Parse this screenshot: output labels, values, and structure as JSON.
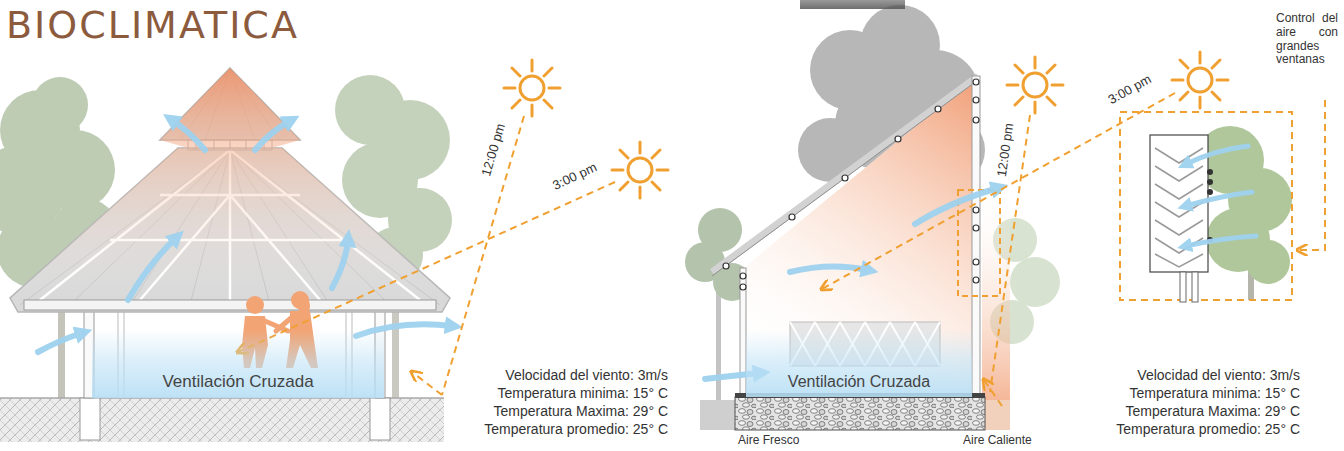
{
  "diagram": {
    "title": "BIOCLIMATICA",
    "nodes": [
      {
        "text": [
          "Ventilación Cruzada"
        ]
      },
      {
        "text": [
          "Ventilación Cruzada"
        ]
      }
    ],
    "labels": [
      "12:00 pm",
      "3:00 pm",
      "Velocidad del viento: 3m/s",
      "Temperatura minima: 15° C",
      "Temperatura Maxima: 29° C",
      "Temperatura promedio: 25° C",
      "12:00 pm",
      "3:00 pm",
      "Control del aire con grandes ventanas",
      "Velocidad del viento: 3m/s",
      "Temperatura minima: 15° C",
      "Temperatura Maxima: 29° C",
      "Temperatura promedio: 25° C",
      "Aire Fresco",
      "Aire Caliente"
    ]
  }
}
